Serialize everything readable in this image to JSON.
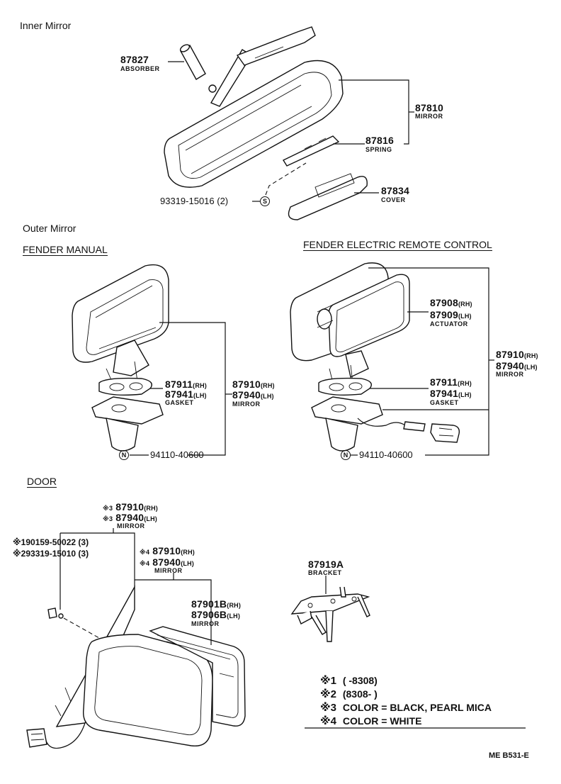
{
  "sections": {
    "inner": "Inner Mirror",
    "outer": "Outer Mirror",
    "fender_manual": "FENDER MANUAL",
    "fender_electric": "FENDER ELECTRIC REMOTE CONTROL",
    "door": "DOOR"
  },
  "inner_labels": {
    "absorber_num": "87827",
    "absorber_name": "ABSORBER",
    "mirror_num": "87810",
    "mirror_name": "MIRROR",
    "spring_num": "87816",
    "spring_name": "SPRING",
    "cover_num": "87834",
    "cover_name": "COVER",
    "screw": "93319-15016 (2)",
    "screw_mark": "S"
  },
  "manual_labels": {
    "gasket_rh": "87911",
    "gasket_lh": "87941",
    "gasket_name": "GASKET",
    "mirror_rh": "87910",
    "mirror_lh": "87940",
    "mirror_name": "MIRROR",
    "nut": "94110-40600",
    "nut_mark": "N",
    "rh": "(RH)",
    "lh": "(LH)"
  },
  "electric_labels": {
    "actuator_rh": "87908",
    "actuator_lh": "87909",
    "actuator_name": "ACTUATOR",
    "mirror_rh": "87910",
    "mirror_lh": "87940",
    "mirror_name": "MIRROR",
    "gasket_rh": "87911",
    "gasket_lh": "87941",
    "gasket_name": "GASKET",
    "nut": "94110-40600",
    "nut_mark": "N",
    "rh": "(RH)",
    "lh": "(LH)"
  },
  "door_labels": {
    "m3": "※3",
    "m4": "※4",
    "top_rh": "87910",
    "top_lh": "87940",
    "top_name": "MIRROR",
    "screw1": "※190159-50022 (3)",
    "screw2": "※293319-15010 (3)",
    "mid_rh": "87910",
    "mid_lh": "87940",
    "mid_name": "MIRROR",
    "glass_rh": "87901B",
    "glass_lh": "87906B",
    "glass_name": "MIRROR",
    "bracket_num": "87919A",
    "bracket_name": "BRACKET",
    "rh": "(RH)",
    "lh": "(LH)"
  },
  "legend": [
    {
      "mark": "※1",
      "text": "(       -8308)"
    },
    {
      "mark": "※2",
      "text": "(8308-        )"
    },
    {
      "mark": "※3",
      "text": "COLOR = BLACK, PEARL MICA"
    },
    {
      "mark": "※4",
      "text": "COLOR = WHITE"
    }
  ],
  "reference": "ME B531-E"
}
